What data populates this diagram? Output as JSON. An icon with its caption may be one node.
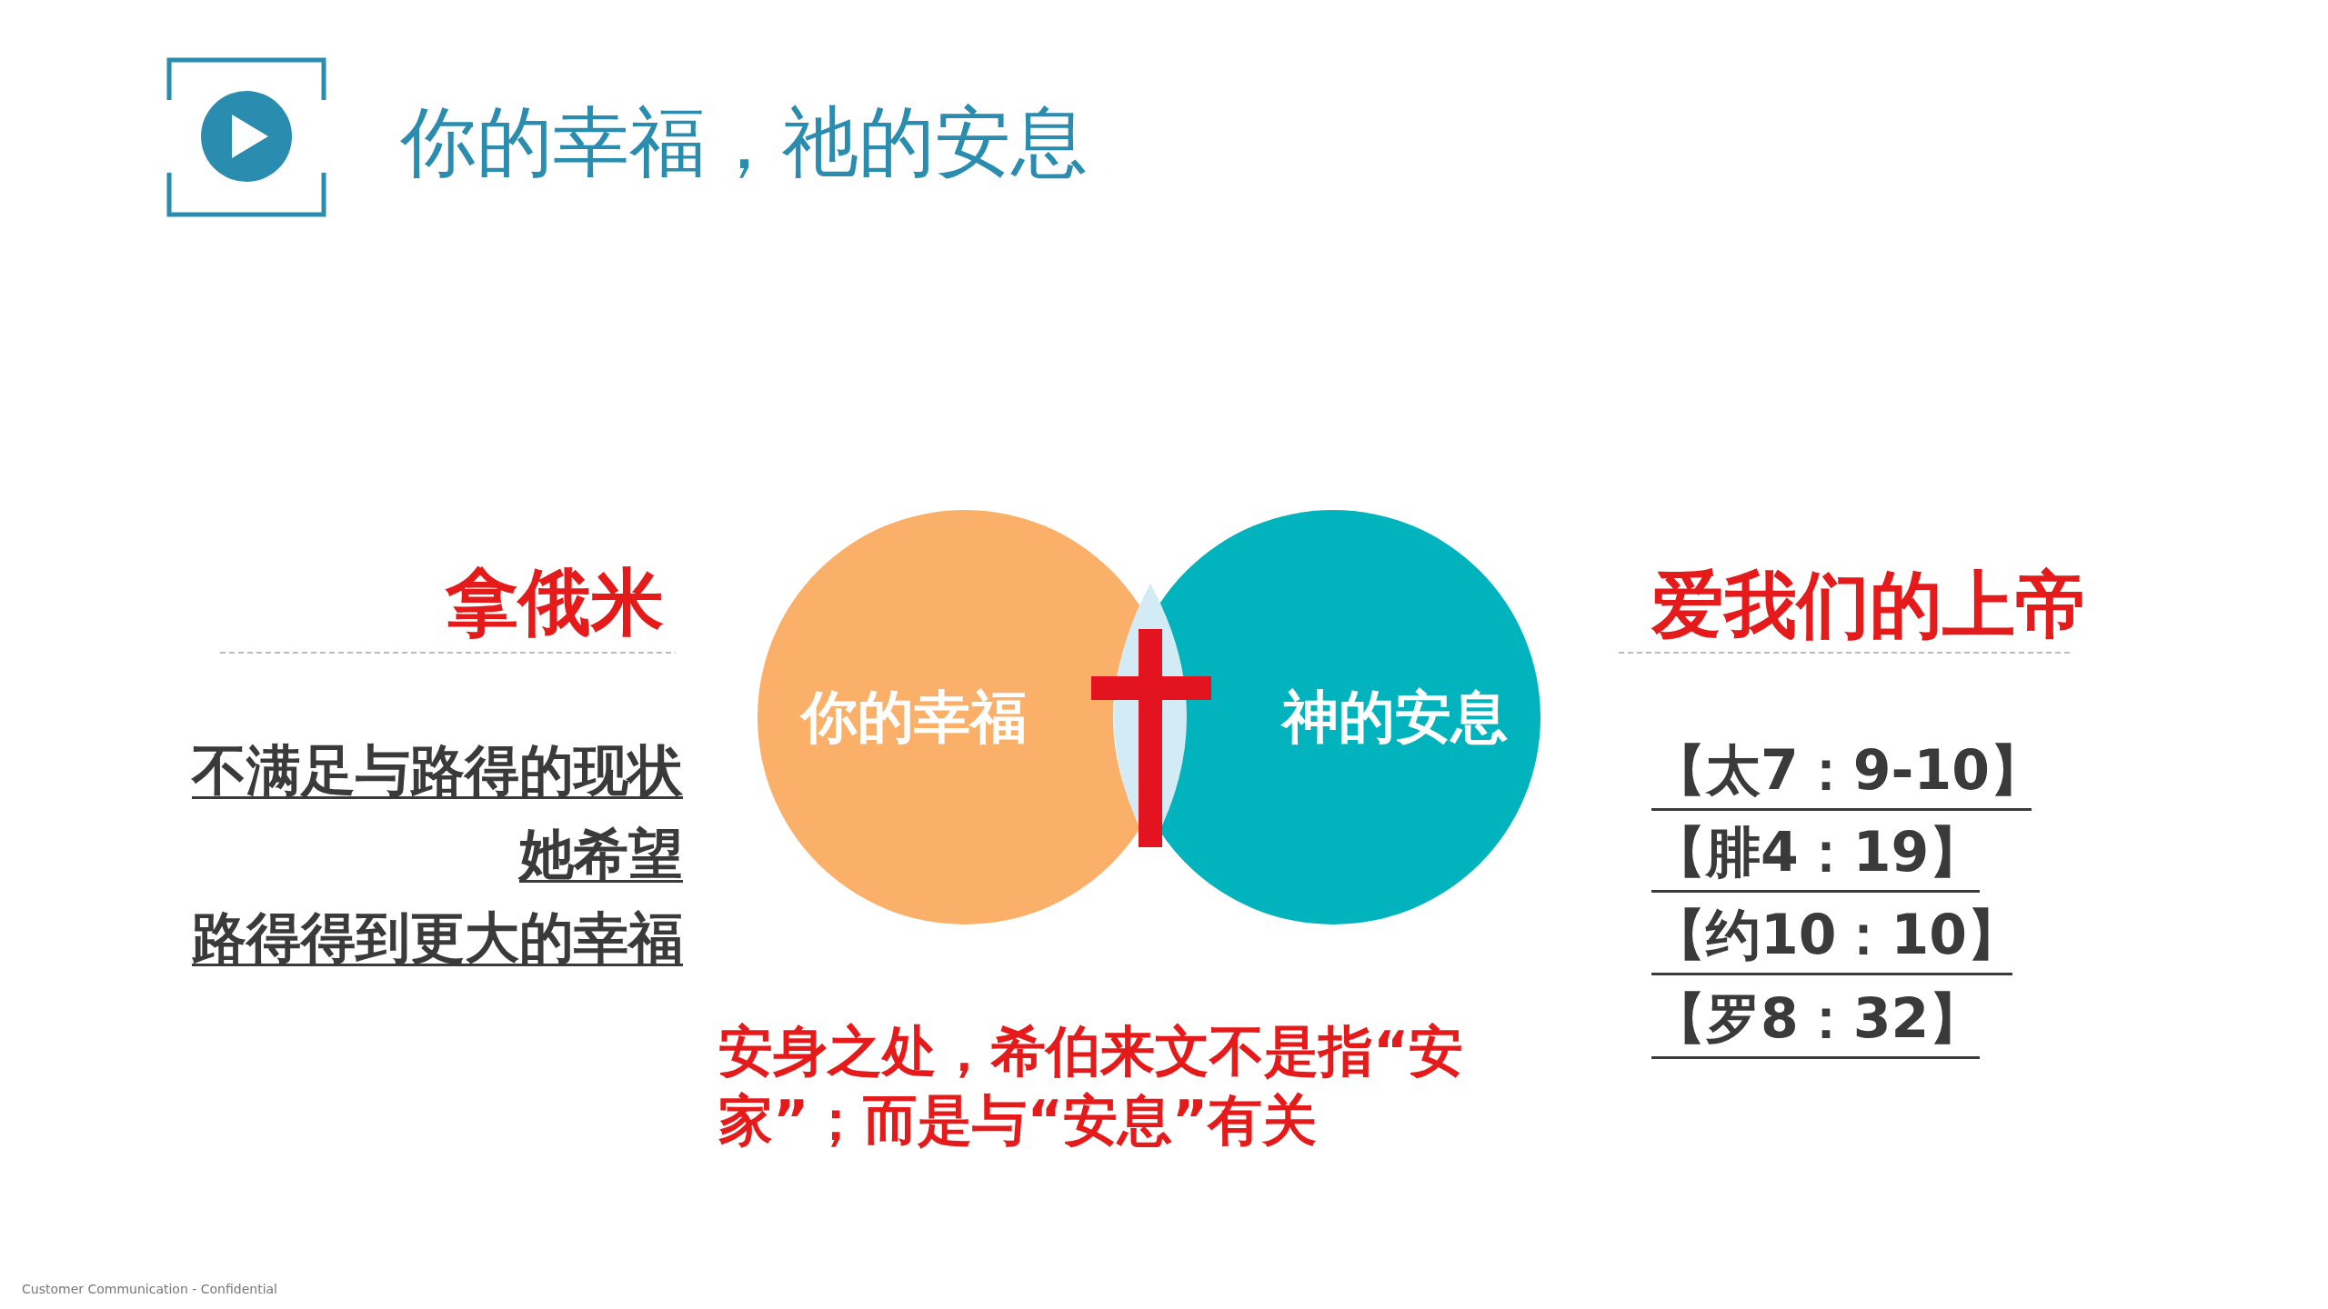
{
  "diagram": {
    "title": "你的幸福，祂的安息",
    "nodes": [
      {
        "text": [
          "你的幸福"
        ]
      },
      {
        "text": [
          "神的安息"
        ]
      }
    ],
    "labels": [
      "拿俄米",
      "不满足与路得的现状",
      "她希望",
      "路得得到更大的幸福",
      "爱我们的上帝",
      "【太7：9-10】",
      "【腓4：19】",
      "【约10：10】",
      "【罗8：32】",
      "安身之处，希伯来文不是指“安家”；而是与“安息”有关",
      "Customer Communication - Confidential"
    ]
  }
}
